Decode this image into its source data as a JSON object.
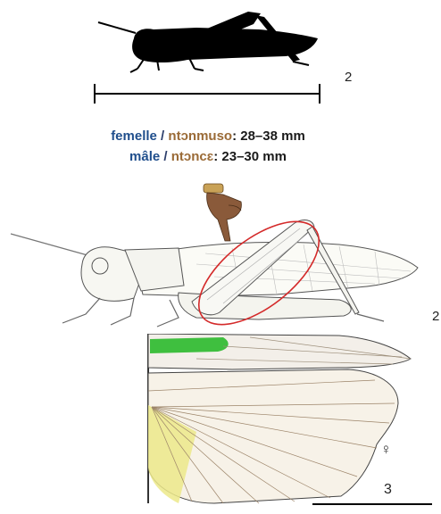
{
  "top_panel": {
    "label": "2"
  },
  "sizes": {
    "female_fr": "femelle",
    "female_bm": "ntɔnmuso",
    "female_value": ": 28–38 mm",
    "male_fr": "mâle",
    "male_bm": "ntɔncɛ",
    "male_value": ": 23–30 mm",
    "separator": " / "
  },
  "middle_panel": {
    "label": "2"
  },
  "wing_panel": {
    "label": "3",
    "sex_symbol": "♀"
  },
  "colors": {
    "french_text": "#1f4e8c",
    "bambara_text": "#9a6a36",
    "highlight_ellipse": "#d42a2a",
    "wing_green": "#3fbf3f",
    "hand_skin": "#8a5a3a"
  }
}
